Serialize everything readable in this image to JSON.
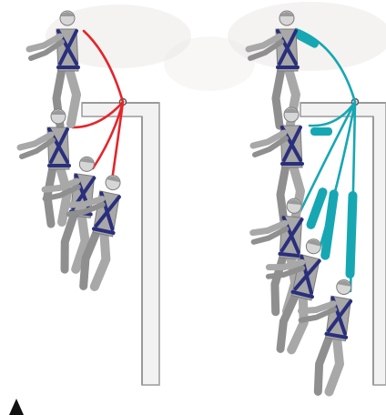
{
  "colors": {
    "background": "#ffffff",
    "speckle": "#ece9e6",
    "wall": "#c9c9c9",
    "wall_edge": "#9a9a9a",
    "body": "#a8a8a8",
    "body_dark": "#7d7d7d",
    "skin": "#d6d6d6",
    "harness": "#2a2f7c",
    "lanyard_plain": "#e3262b",
    "lanyard_absorber": "#17a7b3",
    "marker": "#111111"
  },
  "illustration": {
    "left_panel": {
      "lanyard": "plain-rope-lanyard",
      "figures": 4
    },
    "right_panel": {
      "lanyard": "energy-absorbing-lanyard",
      "figures": 5
    }
  },
  "icons": {
    "corner_marker": "arrow-up-icon"
  }
}
